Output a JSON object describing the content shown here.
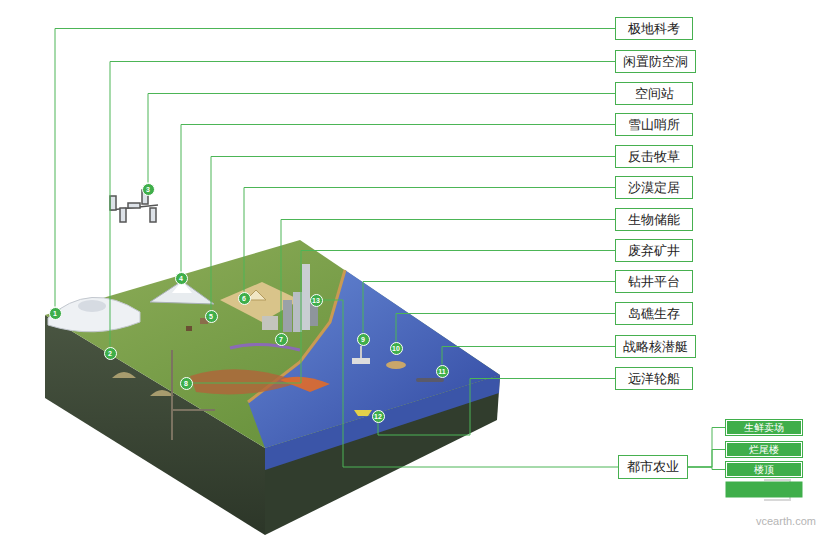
{
  "diagram": {
    "nodes": [
      {
        "text": [
          "极地科考"
        ]
      },
      {
        "text": [
          "闲置防空洞"
        ]
      },
      {
        "text": [
          "空间站"
        ]
      },
      {
        "text": [
          "雪山哨所"
        ]
      },
      {
        "text": [
          "反击牧草"
        ]
      },
      {
        "text": [
          "沙漠定居"
        ]
      },
      {
        "text": [
          "生物储能"
        ]
      },
      {
        "text": [
          "废弃矿井"
        ]
      },
      {
        "text": [
          "钻井平台"
        ]
      },
      {
        "text": [
          "岛礁生存"
        ]
      },
      {
        "text": [
          "战略核潜艇"
        ]
      },
      {
        "text": [
          "远洋轮船"
        ]
      },
      {
        "text": [
          "都市农业"
        ]
      },
      {
        "text": [
          "生鲜卖场"
        ]
      },
      {
        "text": [
          "烂尾楼"
        ]
      },
      {
        "text": [
          "楼顶"
        ]
      },
      {
        "text": [
          "1"
        ]
      },
      {
        "text": [
          "2"
        ]
      },
      {
        "text": [
          "3"
        ]
      },
      {
        "text": [
          "4"
        ]
      },
      {
        "text": [
          "5"
        ]
      },
      {
        "text": [
          "6"
        ]
      },
      {
        "text": [
          "7"
        ]
      },
      {
        "text": [
          "8"
        ]
      },
      {
        "text": [
          "9"
        ]
      },
      {
        "text": [
          "10"
        ]
      },
      {
        "text": [
          "11"
        ]
      },
      {
        "text": [
          "12"
        ]
      },
      {
        "text": [
          "13"
        ]
      }
    ],
    "edges": [
      {
        "from": 16,
        "to": 0,
        "arrow": "none"
      },
      {
        "from": 17,
        "to": 1,
        "arrow": "none"
      },
      {
        "from": 18,
        "to": 2,
        "arrow": "none"
      },
      {
        "from": 19,
        "to": 3,
        "arrow": "none"
      },
      {
        "from": 20,
        "to": 4,
        "arrow": "none"
      },
      {
        "from": 21,
        "to": 5,
        "arrow": "none"
      },
      {
        "from": 22,
        "to": 6,
        "arrow": "none"
      },
      {
        "from": 23,
        "to": 7,
        "arrow": "none"
      },
      {
        "from": 24,
        "to": 8,
        "arrow": "none"
      },
      {
        "from": 25,
        "to": 9,
        "arrow": "none"
      },
      {
        "from": 26,
        "to": 10,
        "arrow": "none"
      },
      {
        "from": 27,
        "to": 11,
        "arrow": "none"
      },
      {
        "from": 28,
        "to": 12,
        "arrow": "none"
      },
      {
        "from": 12,
        "to": 13,
        "arrow": "none"
      },
      {
        "from": 12,
        "to": 14,
        "arrow": "none"
      },
      {
        "from": 12,
        "to": 15,
        "arrow": "none"
      }
    ],
    "labels": [
      "vcearth.com"
    ]
  }
}
